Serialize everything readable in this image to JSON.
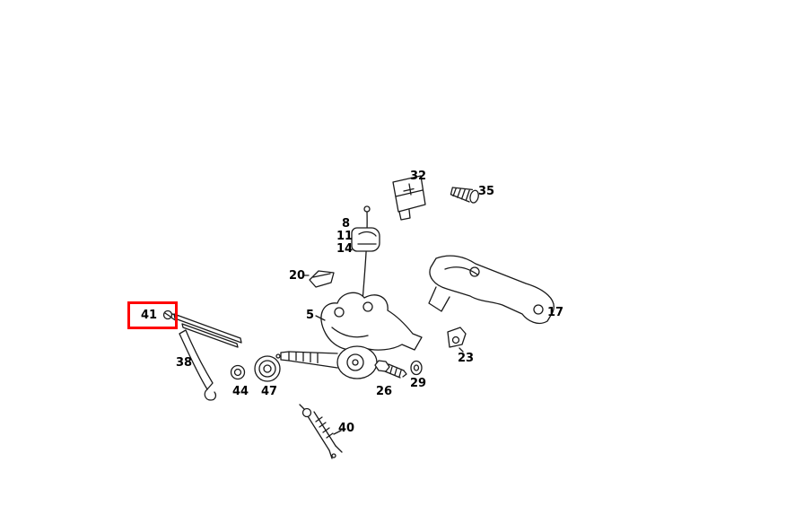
{
  "diagram": {
    "type": "exploded-parts-diagram",
    "background_color": "#ffffff",
    "line_color": "#1a1a1a",
    "highlight": {
      "color": "#ff0000",
      "highlighted_part": "41"
    },
    "labels": [
      {
        "text": "32"
      },
      {
        "text": "35"
      },
      {
        "text": "8"
      },
      {
        "text": "11"
      },
      {
        "text": "14"
      },
      {
        "text": "20"
      },
      {
        "text": "5"
      },
      {
        "text": "17"
      },
      {
        "text": "23"
      },
      {
        "text": "41"
      },
      {
        "text": "38"
      },
      {
        "text": "44"
      },
      {
        "text": "47"
      },
      {
        "text": "26"
      },
      {
        "text": "29"
      },
      {
        "text": "40"
      }
    ]
  }
}
